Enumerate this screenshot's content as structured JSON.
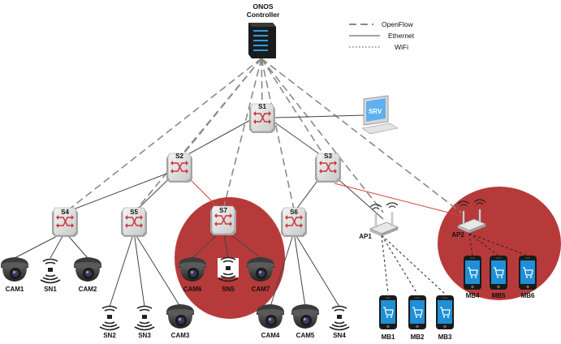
{
  "controller": {
    "label_line1": "ONOS",
    "label_line2": "Controller"
  },
  "legend": {
    "openflow": "OpenFlow",
    "ethernet": "Ethernet",
    "wifi": "WiFi"
  },
  "server": {
    "label": "SRV"
  },
  "switches": {
    "s1": "S1",
    "s2": "S2",
    "s3": "S3",
    "s4": "S4",
    "s5": "S5",
    "s6": "S6",
    "s7": "S7"
  },
  "access_points": {
    "ap1": "AP1",
    "ap2": "AP2"
  },
  "cameras": {
    "cam1": "CAM1",
    "cam2": "CAM2",
    "cam3": "CAM3",
    "cam4": "CAM4",
    "cam5": "CAM5",
    "cam6": "CAM6",
    "cam7": "CAM7"
  },
  "sensors": {
    "sn1": "SN1",
    "sn2": "SN2",
    "sn3": "SN3",
    "sn4": "SN4",
    "sn5": "SN5"
  },
  "mobiles": {
    "mb1": "MB1",
    "mb2": "MB2",
    "mb3": "MB3",
    "mb4": "MB4",
    "mb5": "MB5",
    "mb6": "MB6"
  },
  "colors": {
    "highlight_region": "#b73a3a",
    "switch_icon": "#c8343a",
    "phone_screen": "#1f8fd6",
    "link_red": "#d9413b"
  }
}
